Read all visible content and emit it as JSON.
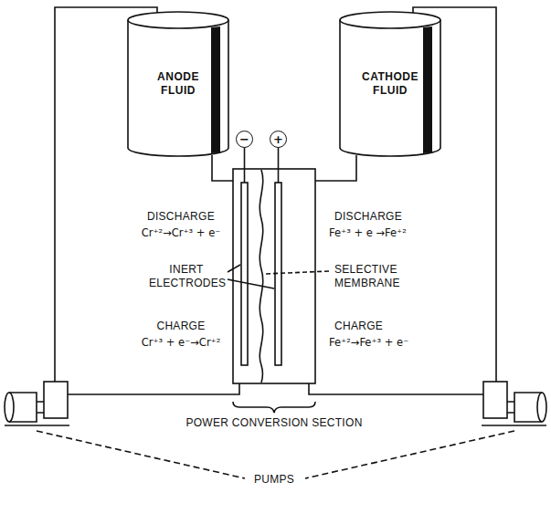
{
  "diagram": {
    "nodes": [
      {
        "text": [
          "ANODE FLUID"
        ]
      },
      {
        "text": [
          "CATHODE FLUID"
        ]
      },
      {
        "text": [
          "−"
        ]
      },
      {
        "text": [
          "+"
        ]
      }
    ],
    "labels": [
      "DISCHARGE",
      "Cr⁺²→Cr⁺³ + e⁻",
      "INERT ELECTRODES",
      "CHARGE",
      "Cr⁺³ + e⁻→Cr⁺²",
      "DISCHARGE",
      "Fe⁺³ + e →Fe⁺²",
      "SELECTIVE MEMBRANE",
      "CHARGE",
      "Fe⁺²→Fe⁺³ + e⁻",
      "POWER CONVERSION SECTION",
      "PUMPS"
    ]
  }
}
